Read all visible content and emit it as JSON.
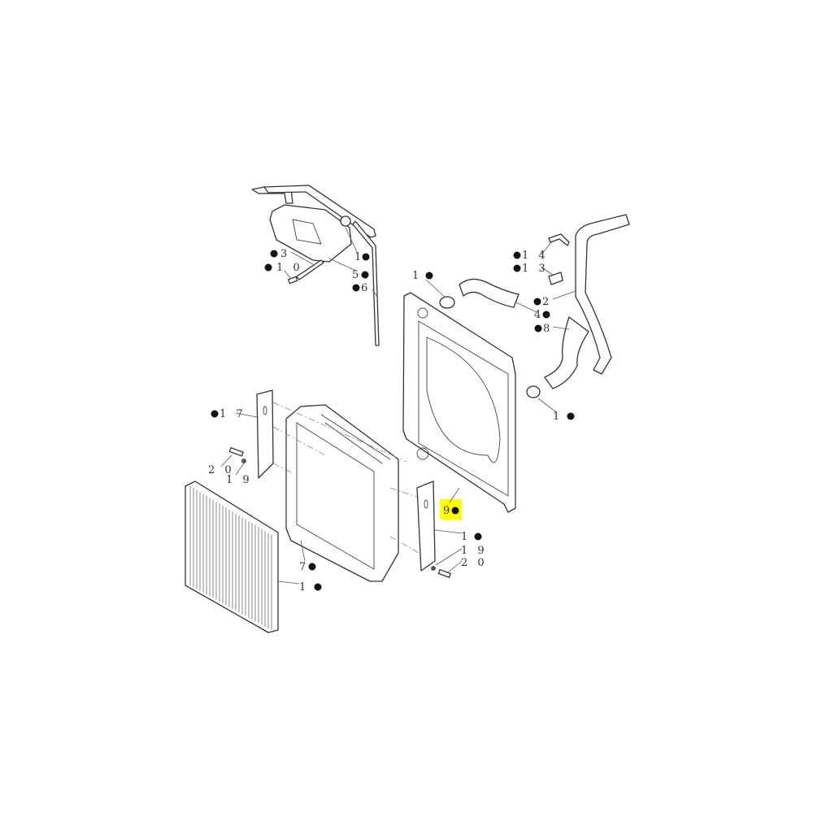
{
  "diagram": {
    "labels": {
      "tank_cap": "1",
      "tank_hose": "3",
      "tank_fitting": "1 0",
      "tank_bracket": "5",
      "pipe_vertical": "6",
      "clamp_top": "1",
      "clip_14": "1 4",
      "clip_13": "1 3",
      "pipe_upper": "2",
      "hose_upper": "4",
      "hose_lower": "8",
      "clamp_lower": "1",
      "bracket_left": "1 7",
      "bolt_left": "2 0",
      "washer_left": "1 9",
      "shroud": "9",
      "bracket_right": "1",
      "washer_right": "1 9",
      "bolt_right": "2 0",
      "radiator": "7",
      "cooler": "1"
    },
    "highlight_color": "#ffff00",
    "marker": "filled-dot"
  }
}
